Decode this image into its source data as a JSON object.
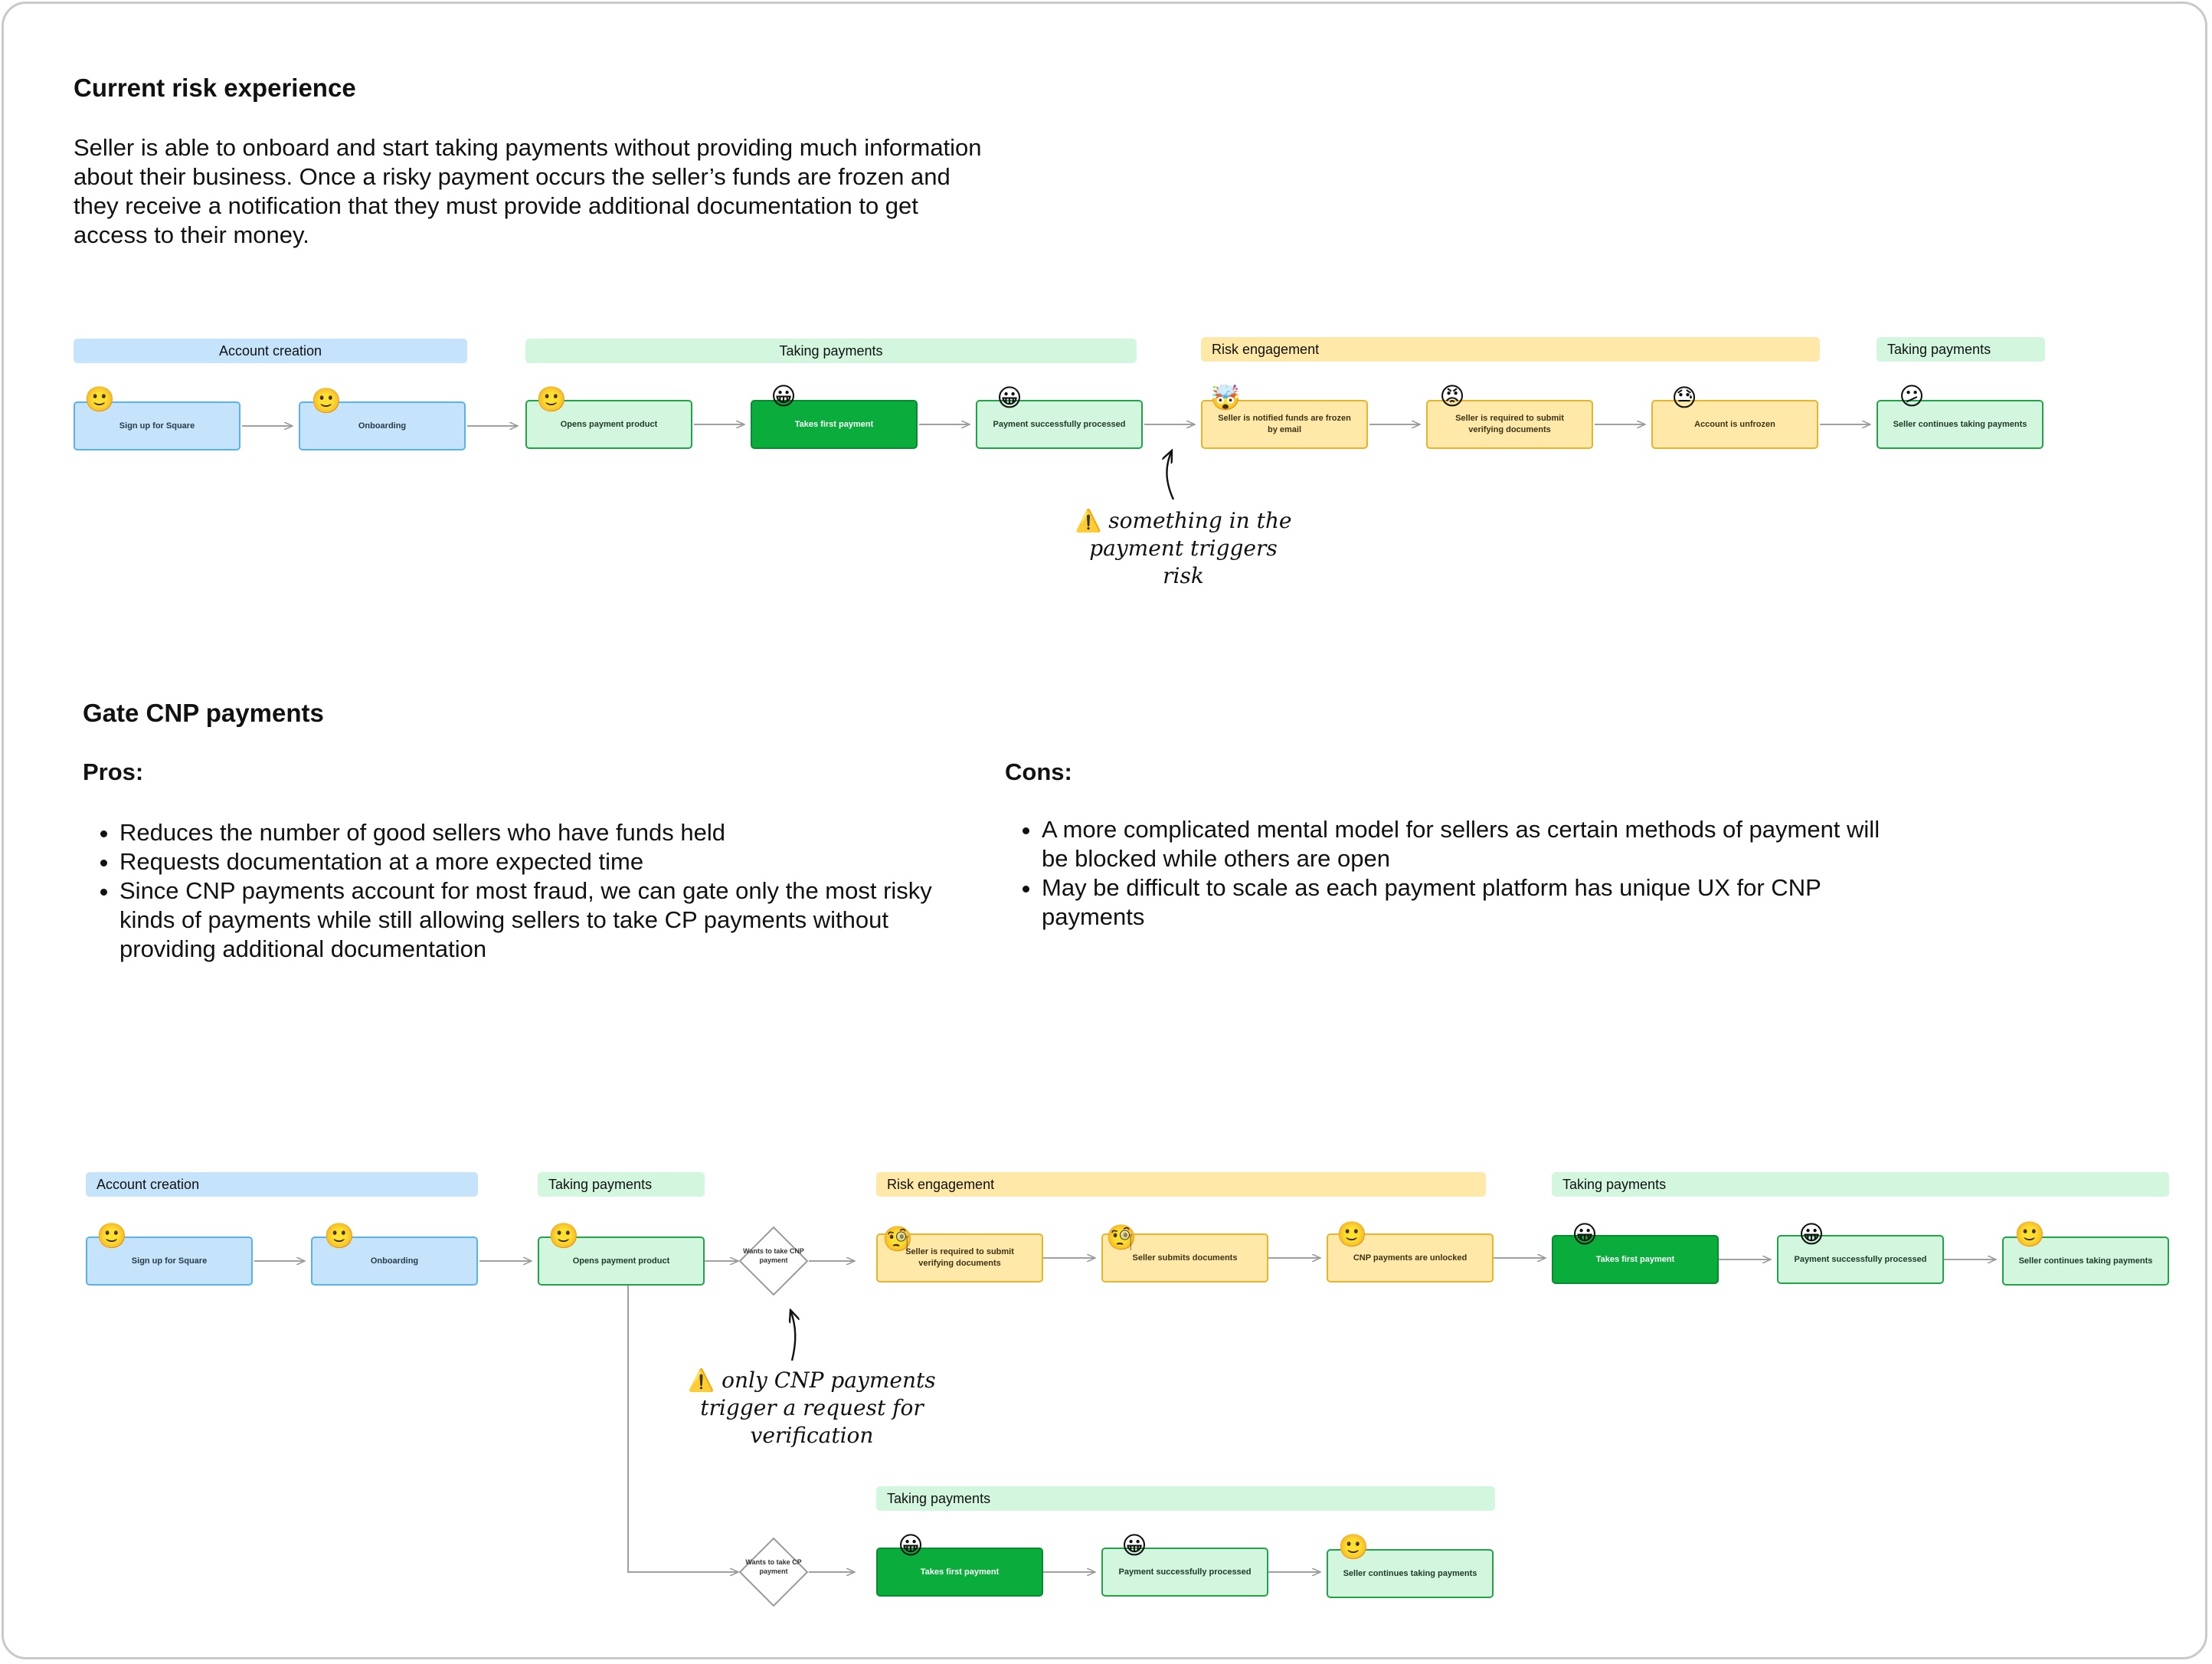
{
  "section1": {
    "title": "Current risk experience",
    "description": "Seller is able to onboard and start taking payments without providing much information about their business. Once a risky payment occurs the seller’s funds are frozen and they receive a notification that they must provide additional documentation to get access to their money.",
    "bands": {
      "account_creation": "Account creation",
      "taking_payments": "Taking payments",
      "risk_engagement": "Risk engagement",
      "taking_payments_end": "Taking payments"
    },
    "nodes": {
      "signup": "Sign up for Square",
      "onboarding": "Onboarding",
      "opens_product": "Opens payment product",
      "first_payment": "Takes first payment",
      "processed": "Payment successfully processed",
      "notified": "Seller is notified funds are frozen by email",
      "required_docs": "Seller is required to submit verifying documents",
      "unfrozen": "Account is unfrozen",
      "continues": "Seller continues taking payments"
    },
    "note": "something in the payment triggers risk"
  },
  "section2": {
    "title": "Gate CNP payments",
    "pros_title": "Pros:",
    "pros": [
      "Reduces the number of good sellers who have funds held",
      "Requests documentation at a more expected time",
      "Since CNP payments account for most fraud, we can gate only the most risky kinds of payments while still allowing sellers to take CP payments without providing additional documentation"
    ],
    "cons_title": "Cons:",
    "cons": [
      "A more complicated mental model for sellers as certain methods of payment will be blocked while others are open",
      "May be difficult to scale as each payment platform has unique UX for CNP payments"
    ],
    "bands": {
      "account_creation": "Account creation",
      "taking_payments": "Taking payments",
      "risk_engagement": "Risk engagement",
      "taking_payments_end": "Taking payments",
      "taking_payments_cp": "Taking payments"
    },
    "nodes": {
      "signup": "Sign up for Square",
      "onboarding": "Onboarding",
      "opens_product": "Opens payment product",
      "decision_cnp": "Wants to take CNP payment",
      "required_docs": "Seller is required to submit verifying documents",
      "submits_docs": "Seller submits documents",
      "cnp_unlocked": "CNP payments are unlocked",
      "first_payment": "Takes first payment",
      "processed": "Payment successfully processed",
      "continues": "Seller continues taking payments",
      "decision_cp": "Wants to take CP payment",
      "cp_first_payment": "Takes first payment",
      "cp_processed": "Payment successfully processed",
      "cp_continues": "Seller continues taking payments"
    },
    "note": "only CNP payments trigger a request for verification"
  },
  "emojis": {
    "slight_smile": "🙂",
    "grin": "😀",
    "exploding_head": "🤯",
    "angry": "😡",
    "sweat": "😓",
    "confused": "😕",
    "monocle": "🧐",
    "warning": "⚠️"
  },
  "colors": {
    "blue_fill": "#c5e4fb",
    "blue_border": "#5ab2ea",
    "green_fill": "#d3f6df",
    "green_border": "#22a34a",
    "dark_green": "#0aad3c",
    "yellow_fill": "#ffe8a8",
    "yellow_border": "#e4b52d"
  }
}
